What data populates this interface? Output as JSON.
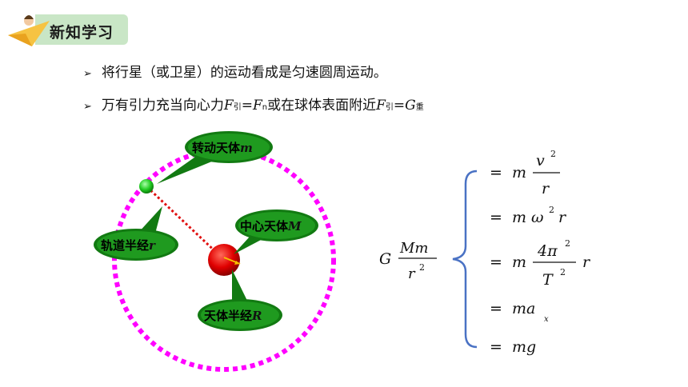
{
  "header": {
    "title": "新知学习"
  },
  "bullets": [
    {
      "text": "将行星（或卫星）的运动看成是匀速圆周运动。"
    },
    {
      "prefix": "万有引力充当向心力",
      "f1": "F",
      "f1_sub": "引",
      "eq1": "=",
      "f2": "F",
      "f2_sub": "n",
      "middle": "或在球体表面附近",
      "f3": "F",
      "f3_sub": "引",
      "eq2": "=",
      "g": "G",
      "g_sub": "重"
    }
  ],
  "diagram": {
    "label_moving_body": "转动天体",
    "label_moving_body_var": "m",
    "label_central_body": "中心天体",
    "label_central_body_var": "M",
    "label_orbit_radius": "轨道半经",
    "label_orbit_radius_var": "r",
    "label_body_radius": "天体半经",
    "label_body_radius_var": "R",
    "colors": {
      "orbit": "#ff00ff",
      "planet": "#e00000",
      "satellite": "#22cc22",
      "callout": "#127a12",
      "radius_line": "#e01010",
      "brace": "#4a72c4"
    }
  },
  "formula": {
    "lhs_G": "G",
    "lhs_num": "Mm",
    "lhs_den": "r",
    "lhs_den_exp": "2",
    "rows": [
      {
        "eq": "=",
        "coef": "m",
        "num": "v",
        "num_exp": "2",
        "den": "r"
      },
      {
        "eq": "=",
        "text": "m ω",
        "exp": "2",
        "tail": "r"
      },
      {
        "eq": "=",
        "coef": "m",
        "num": "4π",
        "num_exp": "2",
        "den": "T",
        "den_exp": "2",
        "tail": "r"
      },
      {
        "eq": "=",
        "text": "ma",
        "sub": "x"
      },
      {
        "eq": "=",
        "text": "mg"
      }
    ]
  }
}
